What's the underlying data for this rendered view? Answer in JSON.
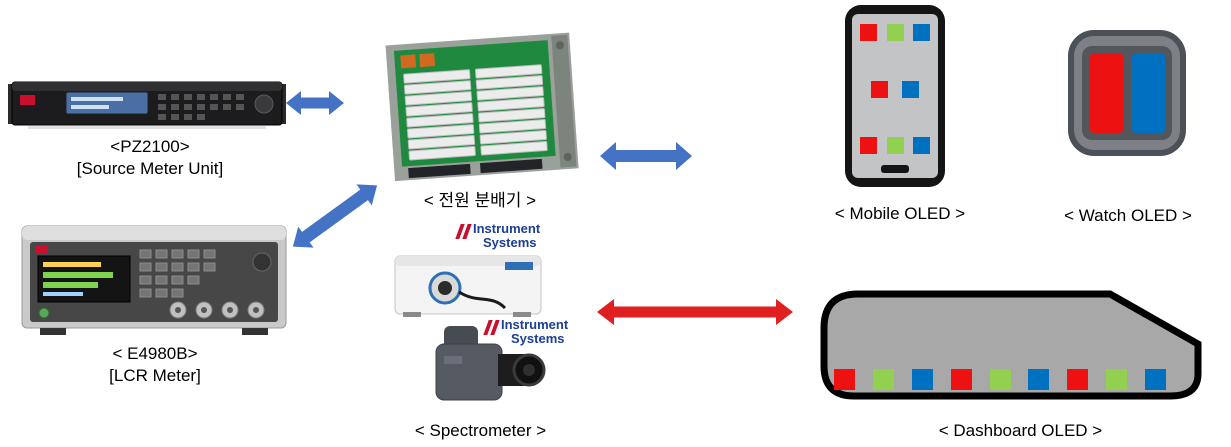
{
  "labels": {
    "pz2100_line1": "<PZ2100>",
    "pz2100_line2": "[Source Meter Unit]",
    "distributor": "< 전원 분배기 >",
    "e4980b_line1": "< E4980B>",
    "e4980b_line2": "[LCR Meter]",
    "spectrometer": "< Spectrometer >",
    "mobile": "< Mobile OLED >",
    "watch": "< Watch OLED >",
    "dashboard": "< Dashboard OLED >"
  },
  "brand": {
    "line1": "Instrument",
    "line2": "Systems"
  },
  "colors": {
    "arrow_blue": "#4472C4",
    "arrow_red": "#E02020",
    "red": "#EE1111",
    "green": "#92D050",
    "blue": "#0070C0"
  },
  "mobile_oled": {
    "pixel_rows": [
      [
        "red",
        "green",
        "blue"
      ],
      [
        "red",
        "blue"
      ],
      [
        "red",
        "green",
        "blue"
      ]
    ]
  },
  "watch_oled": {
    "segments": [
      "red",
      "blue"
    ]
  },
  "dashboard_oled": {
    "pixels": [
      "red",
      "green",
      "blue",
      "red",
      "green",
      "blue",
      "red",
      "green",
      "blue"
    ]
  }
}
